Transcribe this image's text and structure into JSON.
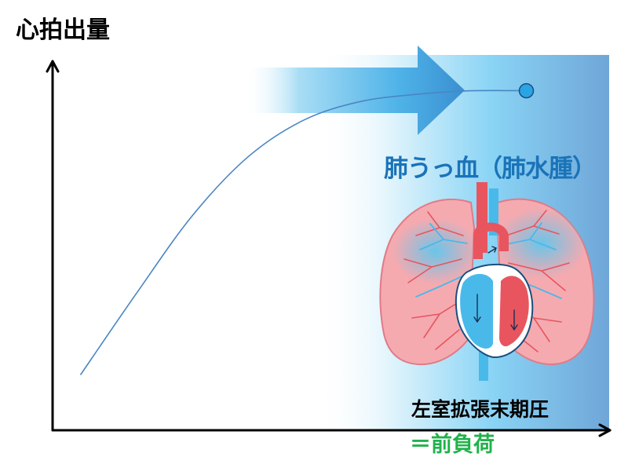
{
  "y_axis_title": "心拍出量",
  "x_axis_title": "左室拡張末期圧",
  "x_axis_subtitle": "＝前負荷",
  "annotation": "肺うっ血（肺水腫）",
  "colors": {
    "curve": "#4a86c4",
    "marker": "#2aa4e4",
    "gradient_end": "#6fa6d8",
    "gradient_mid": "#8ad4f5",
    "arrow_end": "#3a8fd0",
    "label_blue": "#1a73b8",
    "label_green": "#21b24b",
    "lung": "#f5aab0",
    "vessel_red": "#e8555f",
    "vessel_blue": "#49b9ea"
  },
  "icons": [
    "increase-arrow",
    "lung-heart-illustration"
  ],
  "chart_data": {
    "type": "line",
    "xlabel": "左室拡張末期圧",
    "ylabel": "心拍出量",
    "title": "",
    "grid": false,
    "x": [
      0.05,
      0.15,
      0.25,
      0.35,
      0.45,
      0.55,
      0.65,
      0.75,
      0.85
    ],
    "values": [
      0.15,
      0.37,
      0.58,
      0.74,
      0.84,
      0.89,
      0.91,
      0.92,
      0.92
    ],
    "xlim": [
      0,
      1
    ],
    "ylim": [
      0,
      1
    ],
    "marker_point": {
      "x": 0.85,
      "y": 0.92
    }
  }
}
